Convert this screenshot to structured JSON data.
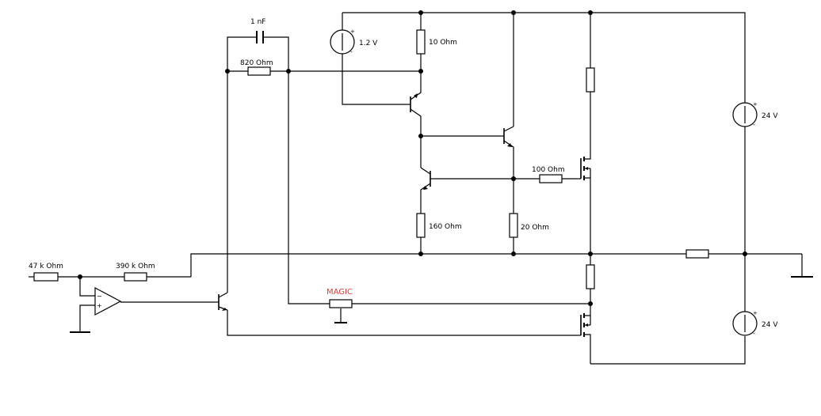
{
  "labels": {
    "c1": "1 nF",
    "r820": "820 Ohm",
    "v12": "1.2 V",
    "r10": "10 Ohm",
    "r100": "100 Ohm",
    "r160": "160 Ohm",
    "r20": "20 Ohm",
    "r47k": "47 k Ohm",
    "r390k": "390 k Ohm",
    "magic": "MAGIC",
    "v24top": "24 V",
    "v24bot": "24 V",
    "plus": "+",
    "minus": "-",
    "opamp_minus": "−",
    "opamp_plus": "+"
  }
}
